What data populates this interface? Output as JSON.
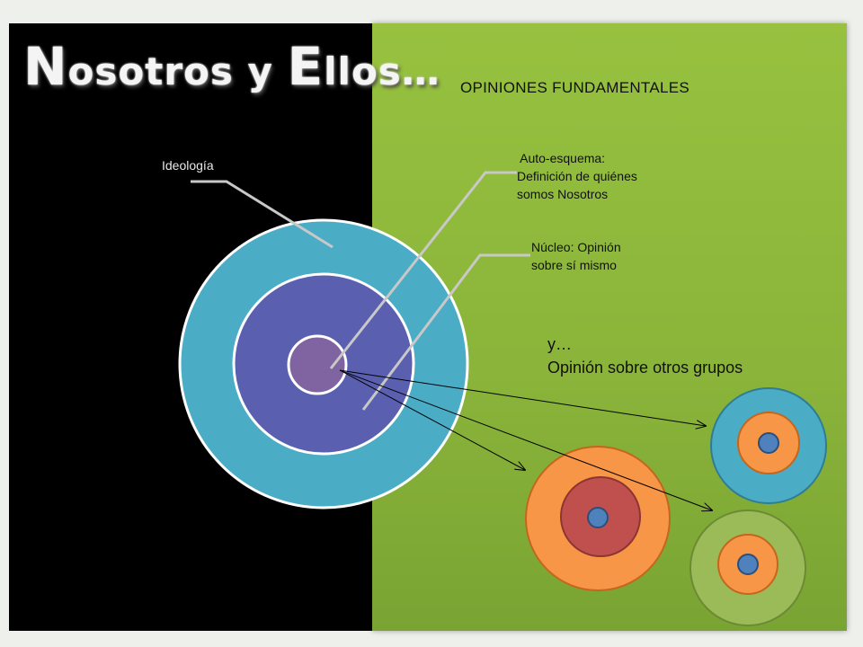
{
  "slide": {
    "title_initial_1": "N",
    "title_rest_1": "osotros y ",
    "title_initial_2": "E",
    "title_rest_2": "llos…",
    "heading": "OPINIONES FUNDAMENTALES",
    "label_ideologia": "Ideología",
    "label_auto_esquema": [
      " Auto-esquema:",
      "Definición de quiénes",
      "somos Nosotros"
    ],
    "label_nucleo": [
      "Núcleo: Opinión",
      "sobre sí mismo"
    ],
    "label_otros": [
      "y…",
      "Opinión sobre otros grupos"
    ]
  },
  "colors": {
    "left_panel": "#000000",
    "right_panel": "#8bb53a",
    "ideology_ring": "#4bacc6",
    "self_schema_ring": "#5a5fb0",
    "core": "#8064a2",
    "group_orange": "#f79646",
    "group_red": "#c0504d",
    "group_blue": "#4bacc6",
    "group_green": "#9bbb59",
    "group_core": "#4f81bd",
    "leader_line": "#bfbfbf"
  }
}
